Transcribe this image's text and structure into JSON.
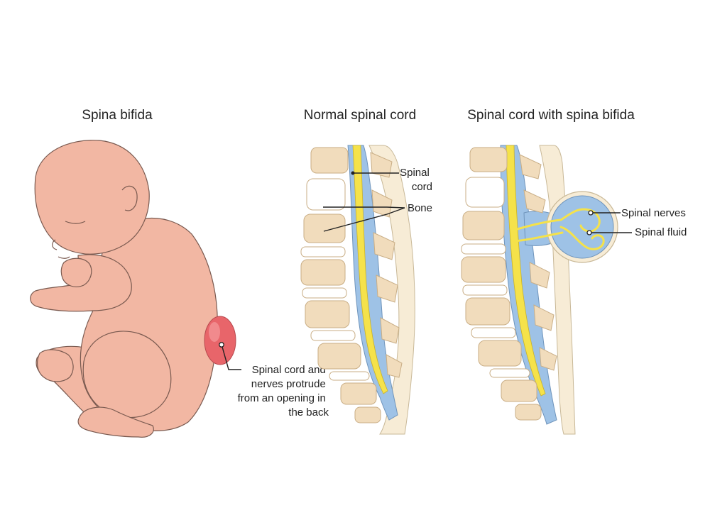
{
  "panels": {
    "baby": {
      "title": "Spina bifida"
    },
    "normal": {
      "title": "Normal spinal cord"
    },
    "bifida": {
      "title": "Spinal cord with spina bifida"
    }
  },
  "labels": {
    "protrude": [
      "Spinal cord and",
      "nerves protrude",
      "from an opening in",
      "the back"
    ],
    "spinal_cord": [
      "Spinal",
      "cord"
    ],
    "bone": "Bone",
    "spinal_nerves": "Spinal nerves",
    "spinal_fluid": "Spinal fluid"
  },
  "colors": {
    "skin": "#f2b7a3",
    "skin_line": "#7a5a50",
    "sac": "#e8656a",
    "bone": "#f1dcbc",
    "disc": "#ffffff",
    "csf": "#9ec2e6",
    "nerve": "#f5e24a",
    "tissue": "#f7ecd6"
  }
}
